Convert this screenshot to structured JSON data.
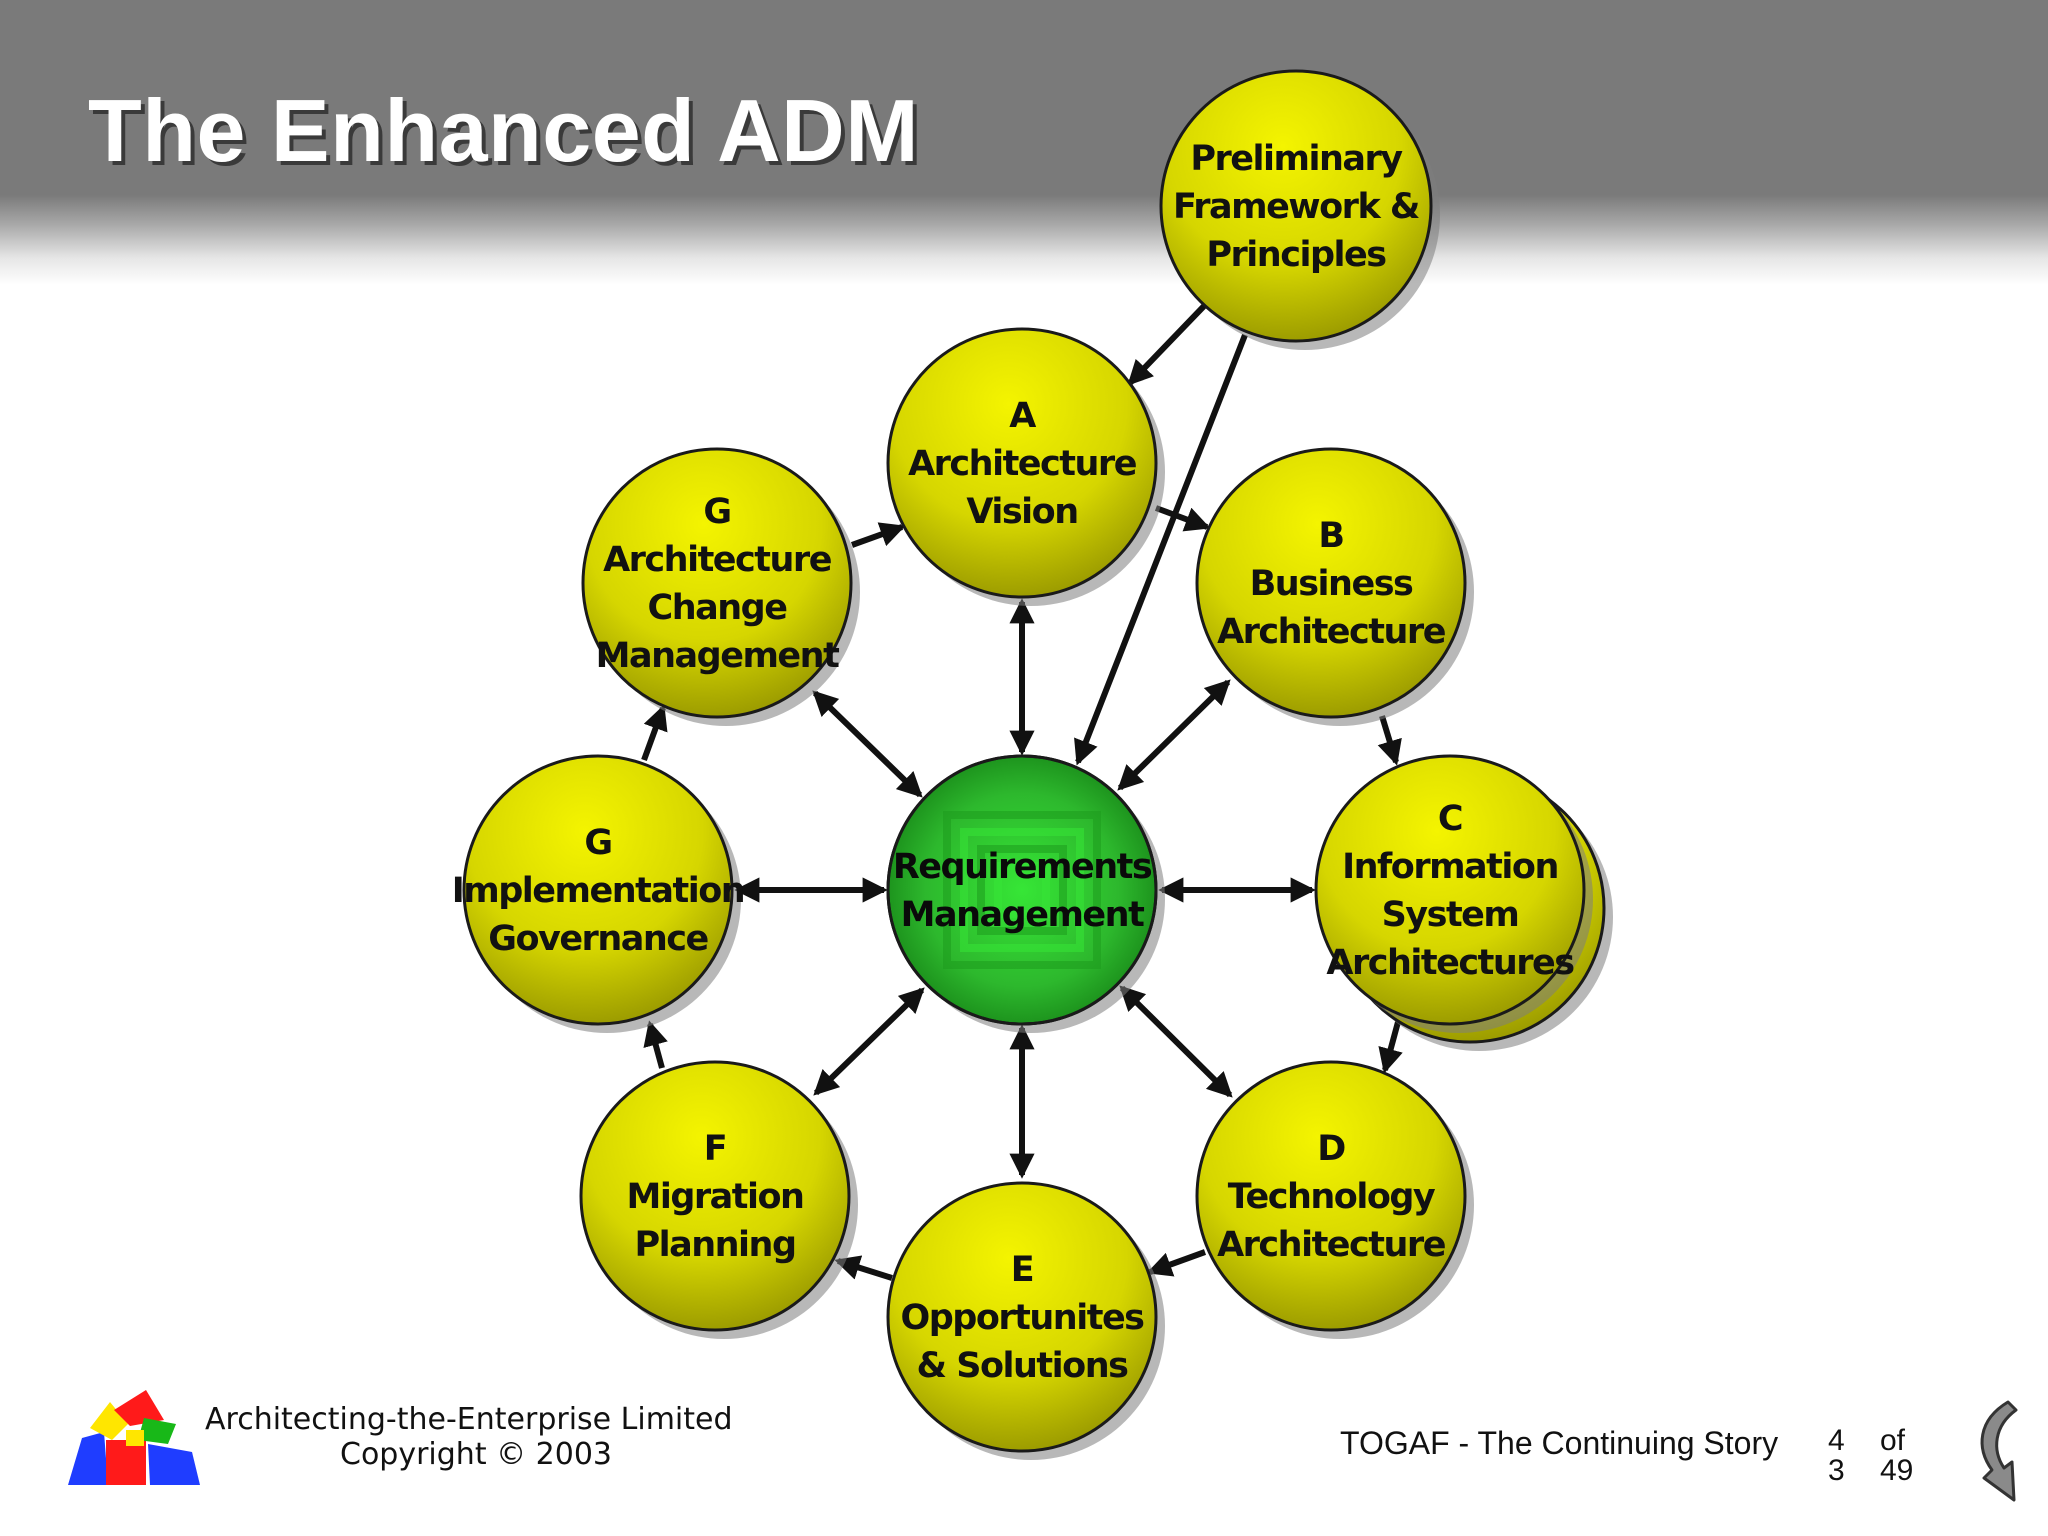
{
  "slide": {
    "title": "The Enhanced ADM"
  },
  "diagram": {
    "nodes": [
      {
        "id": "preliminary",
        "lines": [
          "Preliminary",
          "Framework &",
          "Principles"
        ]
      },
      {
        "id": "a",
        "lines": [
          "A",
          "Architecture",
          "Vision"
        ]
      },
      {
        "id": "b",
        "lines": [
          "B",
          "Business",
          "Architecture"
        ]
      },
      {
        "id": "c",
        "lines": [
          "C",
          "Information",
          "System",
          "Architectures"
        ]
      },
      {
        "id": "d",
        "lines": [
          "D",
          "Technology",
          "Architecture"
        ]
      },
      {
        "id": "e",
        "lines": [
          "E",
          "Opportunites",
          "& Solutions"
        ]
      },
      {
        "id": "f",
        "lines": [
          "F",
          "Migration",
          "Planning"
        ]
      },
      {
        "id": "g-governance",
        "lines": [
          "G",
          "Implementation",
          "Governance"
        ]
      },
      {
        "id": "g-change",
        "lines": [
          "G",
          "Architecture",
          "Change",
          "Management"
        ]
      },
      {
        "id": "requirements",
        "lines": [
          "Requirements",
          "Management"
        ]
      }
    ],
    "colors": {
      "phase_fill": "#d6d600",
      "phase_highlight": "#f4f400",
      "phase_shade": "#8c8c00",
      "center_fill": "#2db82d",
      "center_highlight": "#36e636",
      "outline": "#1a1a1a",
      "arrow": "#111111"
    }
  },
  "footer": {
    "company": "Architecting-the-Enterprise Limited",
    "copyright": "Copyright © 2003",
    "presentation_title": "TOGAF - The Continuing Story",
    "page_current_line1": "4",
    "page_current_line2": "3",
    "page_of": "of",
    "page_total": "49",
    "nav_icon": "return-arrow-icon",
    "logo_icon": "colored-blocks-logo-icon"
  }
}
